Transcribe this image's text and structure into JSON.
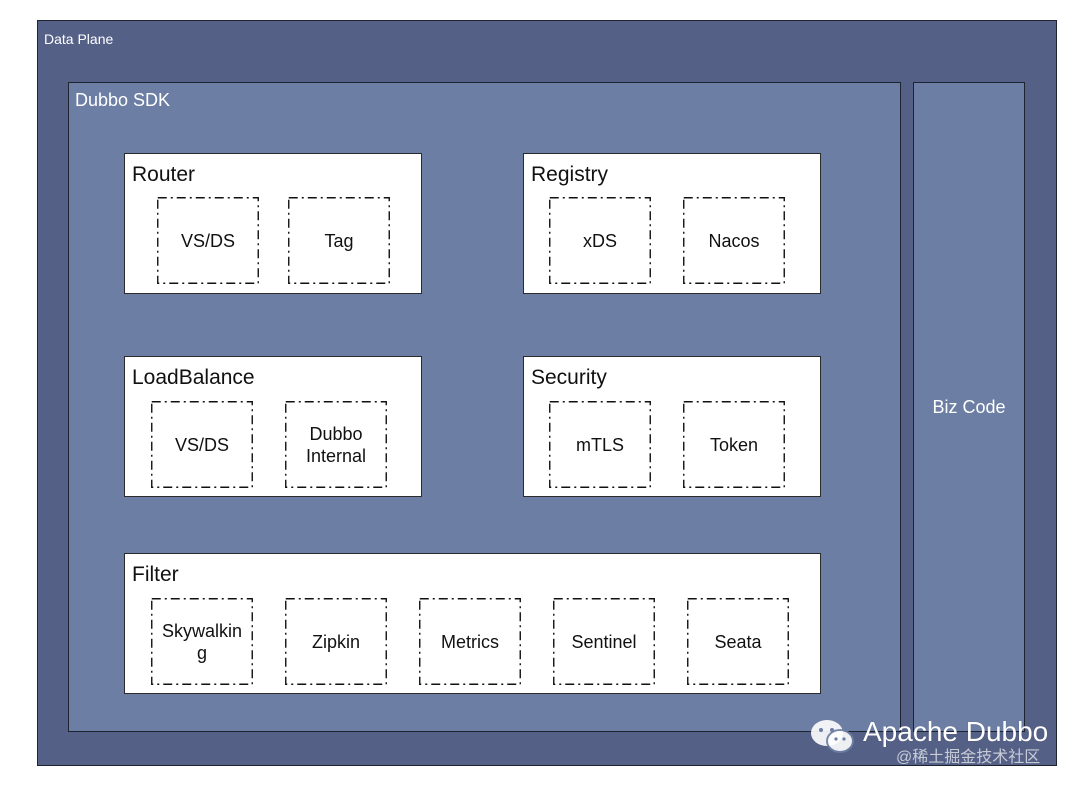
{
  "diagram": {
    "data_plane_label": "Data Plane",
    "sdk_label": "Dubbo SDK",
    "biz_code_label": "Biz Code",
    "modules": {
      "router": {
        "title": "Router",
        "items": [
          "VS/DS",
          "Tag"
        ]
      },
      "registry": {
        "title": "Registry",
        "items": [
          "xDS",
          "Nacos"
        ]
      },
      "loadbalance": {
        "title": "LoadBalance",
        "items": [
          "VS/DS",
          "Dubbo Internal"
        ]
      },
      "security": {
        "title": "Security",
        "items": [
          "mTLS",
          "Token"
        ]
      },
      "filter": {
        "title": "Filter",
        "items": [
          "Skywalking",
          "Zipkin",
          "Metrics",
          "Sentinel",
          "Seata"
        ]
      }
    }
  },
  "watermark": {
    "title": "Apache Dubbo",
    "subtitle": "@稀土掘金技术社区",
    "icon": "wechat-icon"
  },
  "colors": {
    "data_plane_fill": "#556087",
    "sdk_fill": "#6c7ea3",
    "module_fill": "#ffffff",
    "border": "#1e2330"
  }
}
